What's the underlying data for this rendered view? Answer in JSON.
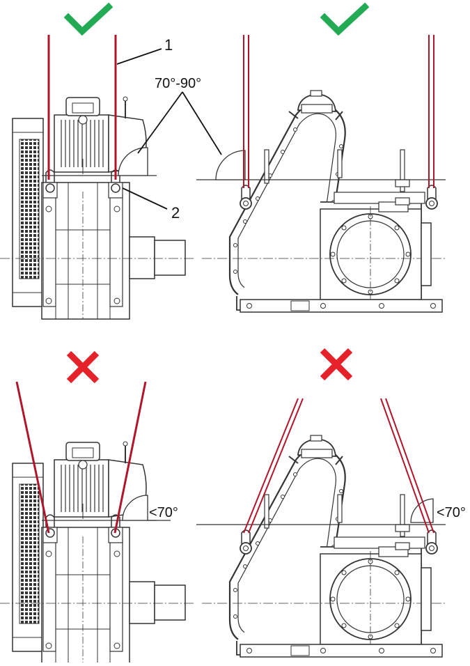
{
  "labels": {
    "callout_1": "1",
    "callout_2": "2",
    "angle_ok": "70°-90°",
    "angle_bad_left": "<70°",
    "angle_bad_right": "<70°"
  },
  "marks": {
    "ok_icon": "check-icon",
    "bad_icon": "cross-icon"
  },
  "colors": {
    "check": "#22aa55",
    "cross": "#e5222a",
    "sling": "#b1152c",
    "drawing": "#333333"
  }
}
